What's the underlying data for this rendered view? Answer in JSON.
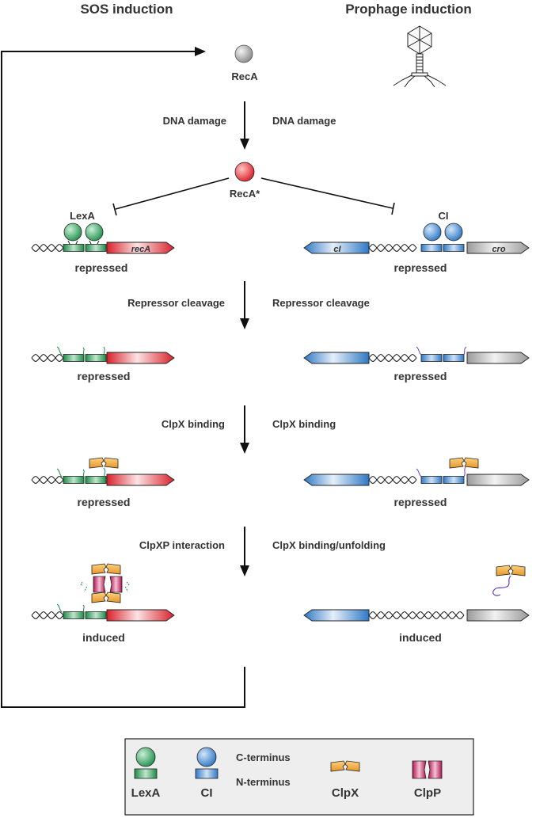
{
  "headers": {
    "left": "SOS induction",
    "right": "Prophage induction"
  },
  "reca": "RecA",
  "reca_active": "RecA*",
  "steps": {
    "dna_damage_left": "DNA damage",
    "dna_damage_right": "DNA damage",
    "cleavage_left": "Repressor cleavage",
    "cleavage_right": "Repressor cleavage",
    "clpx_left": "ClpX binding",
    "clpx_right": "ClpX binding",
    "clpxp_left": "ClpXP interaction",
    "unfold_right": "ClpX binding/unfolding"
  },
  "repressors": {
    "left": "LexA",
    "right": "CI"
  },
  "genes": {
    "reca": "recA",
    "ci": "cI",
    "cro": "cro"
  },
  "states": {
    "l1": "repressed",
    "r1": "repressed",
    "l2": "repressed",
    "r2": "repressed",
    "l3": "repressed",
    "r3": "repressed",
    "l4": "induced",
    "r4": "induced"
  },
  "legend": {
    "lexa": "LexA",
    "ci": "CI",
    "c_terminus": "C-terminus",
    "n_terminus": "N-terminus",
    "clpx": "ClpX",
    "clpp": "ClpP"
  },
  "colors": {
    "lexa_green": "#2e9e5a",
    "ci_blue": "#2f78c4",
    "reca_red": "#d9212a",
    "clpx_orange": "#f2a93b",
    "clpp_magenta": "#c2185b",
    "cro_gray": "#9a9a9a"
  }
}
